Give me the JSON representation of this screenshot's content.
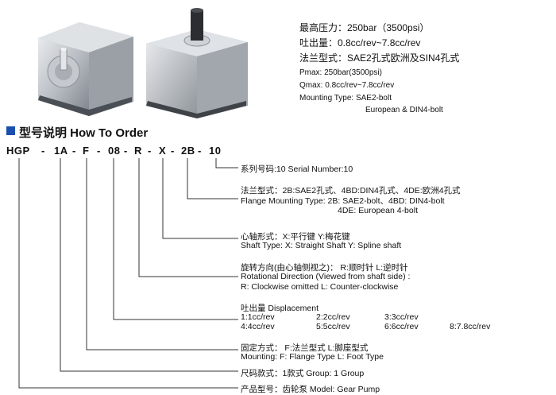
{
  "specs_cn": [
    "最高压力：250bar（3500psi）",
    "吐出量：0.8cc/rev~7.8cc/rev",
    "法兰型式：SAE2孔式欧洲及SIN4孔式"
  ],
  "specs_en": {
    "pmax": "Pmax:  250bar(3500psi)",
    "qmax": "Qmax:  0.8cc/rev~7.8cc/rev",
    "mounting": "Mounting Type:  SAE2-bolt",
    "mounting2": "European & DIN4-bolt"
  },
  "title": "型号说明 How To Order",
  "code": {
    "hgp": "HGP",
    "d1": "-",
    "g1a": "1A",
    "d2": "-",
    "f": "F",
    "d3": "-",
    "n08": "08",
    "d4": "-",
    "r": "R",
    "d5": "-",
    "x": "X",
    "d6": "-",
    "b2": "2B",
    "d7": "-",
    "n10": "10"
  },
  "serial": "系列号码:10   Serial Number:10",
  "flange": {
    "cn": "法兰型式：2B:SAE2孔式、4BD:DIN4孔式、4DE:欧洲4孔式",
    "en": "Flange Mounting Type:  2B: SAE2-bolt、4BD: DIN4-bolt",
    "en2": "4DE: European 4-bolt"
  },
  "shaft": {
    "cn": "心轴形式：X:平行键        Y:梅花键",
    "en": "Shaft Type: X: Straight Shaft    Y: Spline shaft"
  },
  "rotation": {
    "cn": "旋转方向(由心轴侧视之)：  R:顺时针         L:逆时针",
    "en": "Rotational Direction (Viewed from shaft side) :",
    "en2": "R: Clockwise omitted      L: Counter-clockwise"
  },
  "displacement": {
    "label": "吐出量 Displacement",
    "row1": [
      "1:1cc/rev",
      "2:2cc/rev",
      "3:3cc/rev"
    ],
    "row2": [
      "4:4cc/rev",
      "5:5cc/rev",
      "6:6cc/rev",
      "8:7.8cc/rev"
    ]
  },
  "mounting": {
    "cn": "固定方式：   F:法兰型式             L:脚座型式",
    "en": "Mounting:  F: Flange Type        L: Foot Type"
  },
  "group": "尺码款式：1款式    Group: 1 Group",
  "model": "产品型号：齿轮泵   Model: Gear Pump",
  "colors": {
    "accent": "#1a4fb0",
    "line": "#333333",
    "pump_body": "#c9cdd2"
  }
}
